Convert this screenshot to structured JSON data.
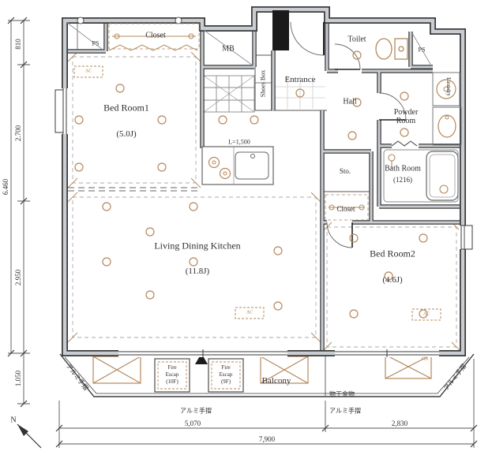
{
  "rooms": {
    "closet_top": "Closet",
    "ps_left": "PS",
    "mb": "MB",
    "entrance": "Entrance",
    "shoes_box": "Shoes Box",
    "toilet": "Toilet",
    "ps_right": "PS",
    "hall": "Hall",
    "powder_room": "Powder Room",
    "laundry": "Laundry",
    "bath_name": "Bath Room",
    "bath_size": "(1216)",
    "storage": "Sto.",
    "closet_right": "Closet",
    "bedroom1_name": "Bed Room1",
    "bedroom1_size": "(5.0J)",
    "ldk_name": "Living Dining Kitchen",
    "ldk_size": "(11.8J)",
    "bedroom2_name": "Bed Room2",
    "bedroom2_size": "(4.6J)",
    "balcony": "Balcony"
  },
  "fire_escape_left": {
    "l1": "Fire",
    "l2": "Escap",
    "l3": "(10F)"
  },
  "fire_escape_right": {
    "l1": "Fire",
    "l2": "Escap",
    "l3": "(9F)"
  },
  "dimensions": {
    "left_top": "810",
    "left_upper": "2.700",
    "left_total": "6.460",
    "left_lower": "2.950",
    "left_balcony": "1.050",
    "bottom_left": "5,070",
    "bottom_right": "2,830",
    "bottom_total": "7,900",
    "kitchen_counter": "L=1,500"
  },
  "annotations": {
    "handrail": "アルミ手摺",
    "laundry_hardware": "物干金物",
    "north": "N",
    "ac": "AC",
    "gb": "GB"
  },
  "colors": {
    "wall_edge": "#3a3a3a",
    "wall_fill": "#c9cdd1",
    "line": "#555555",
    "accent": "#b5885c"
  }
}
